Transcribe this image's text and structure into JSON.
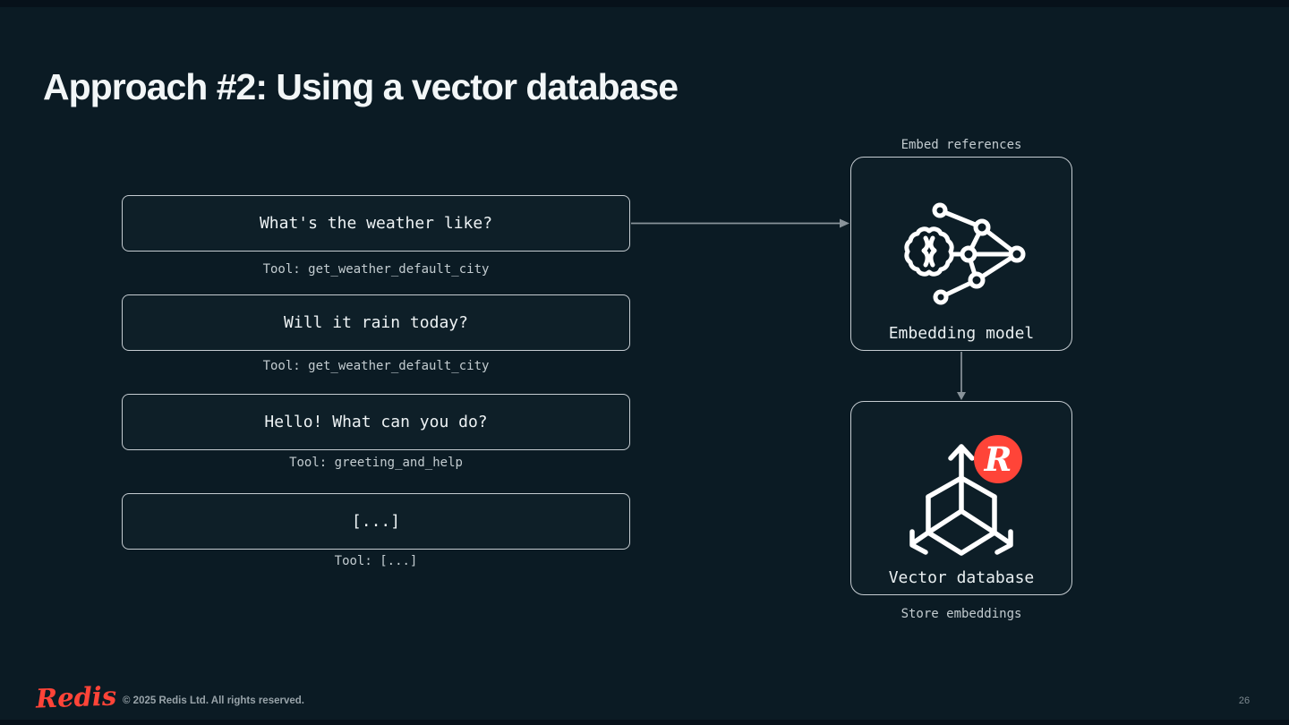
{
  "slide": {
    "title": "Approach #2: Using a vector database",
    "page_number": "26"
  },
  "queries": [
    {
      "text": "What's the weather like?",
      "tool": "Tool: get_weather_default_city"
    },
    {
      "text": "Will it rain today?",
      "tool": "Tool: get_weather_default_city"
    },
    {
      "text": "Hello! What can you do?",
      "tool": "Tool: greeting_and_help"
    },
    {
      "text": "[...]",
      "tool": "Tool: [...]"
    }
  ],
  "pipeline": {
    "embed_caption": "Embed references",
    "embedding_model_label": "Embedding model",
    "vector_database_label": "Vector database",
    "store_caption": "Store embeddings",
    "badge_letter": "R"
  },
  "footer": {
    "logo_text": "Redis",
    "copyright": "© 2025 Redis Ltd. All rights reserved."
  },
  "colors": {
    "background": "#0B1B24",
    "box_fill": "#0E1F28",
    "border": "#C5CCD1",
    "arrow": "#89939A",
    "accent_red": "#FF4438",
    "title_text": "#F2F6F7",
    "body_text": "#EDF2F4",
    "muted_text": "#C3CCD0"
  }
}
